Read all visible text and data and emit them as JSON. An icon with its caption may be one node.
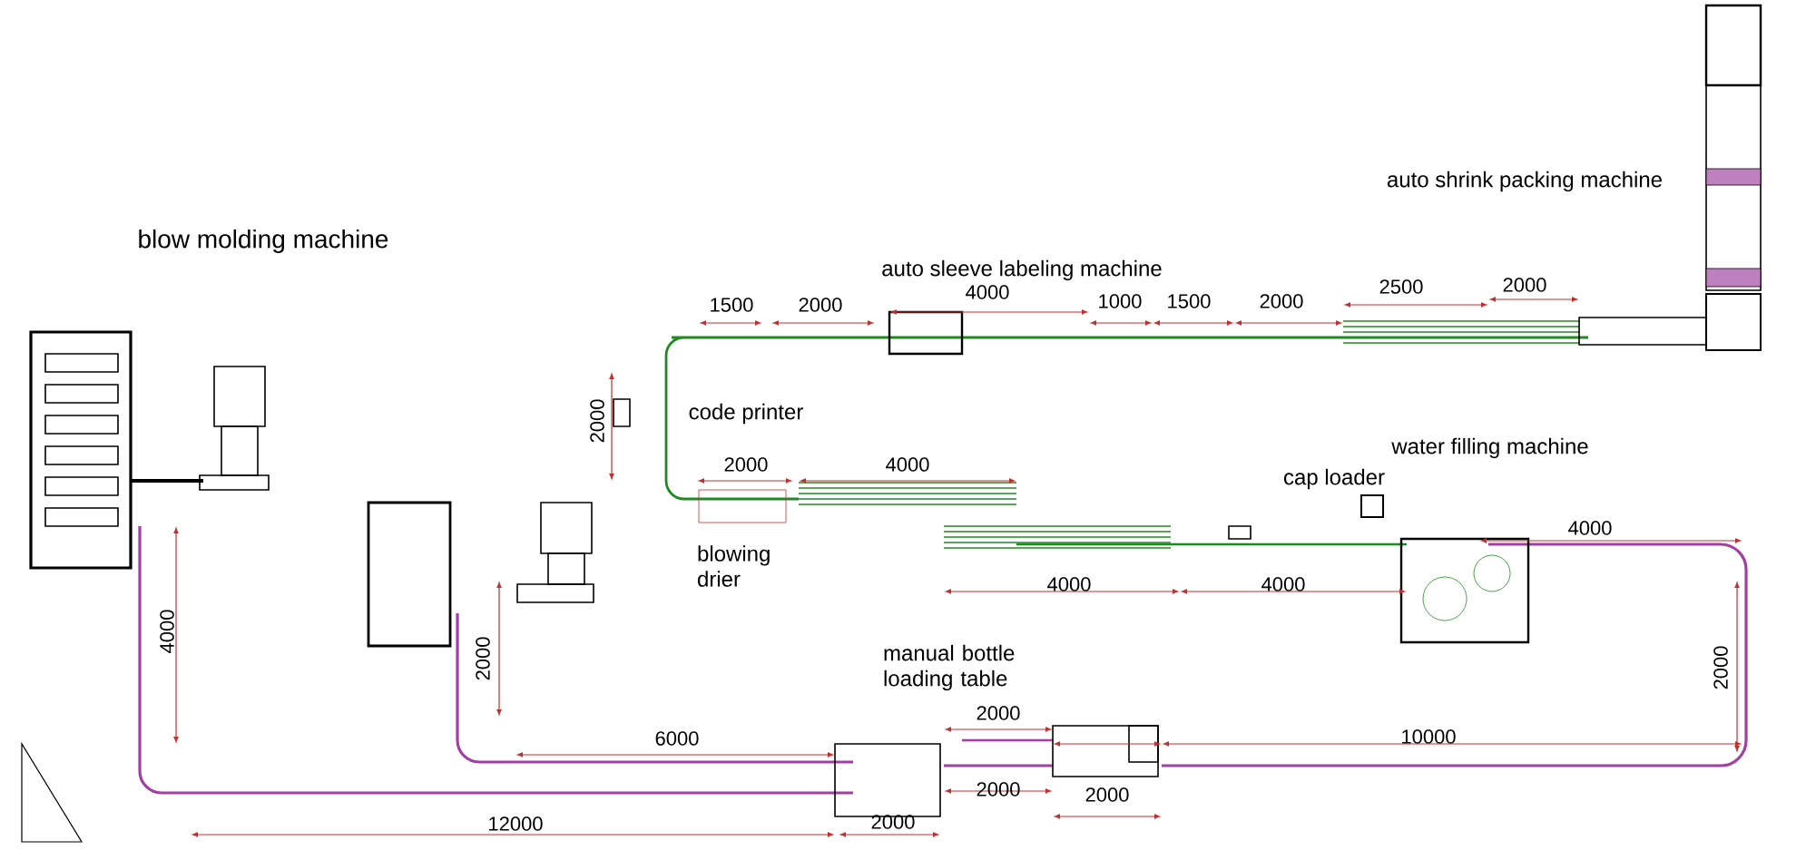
{
  "diagram": {
    "labels": [
      "auto shrink packing machine",
      "blow molding machine",
      "auto sleeve labeling machine",
      "1500",
      "2000",
      "4000",
      "1000",
      "1500",
      "2000",
      "2500",
      "2000",
      "2000",
      "code printer",
      "water filling machine",
      "2000",
      "4000",
      "cap loader",
      "4000",
      "blowing drier",
      "4000",
      "4000",
      "4000",
      "2000",
      "manual bottle loading table",
      "2000",
      "2000",
      "6000",
      "10000",
      "2000",
      "2000",
      "12000",
      "2000"
    ]
  }
}
